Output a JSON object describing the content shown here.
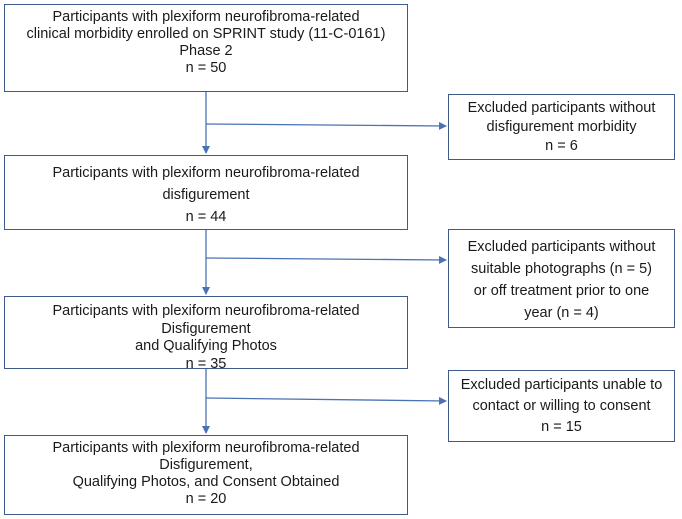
{
  "flowchart": {
    "main_boxes": [
      {
        "lines": [
          "Participants with plexiform neurofibroma-related",
          "clinical morbidity enrolled on SPRINT study (11-C-0161)",
          "Phase 2",
          "n = 50"
        ]
      },
      {
        "lines": [
          "Participants with plexiform neurofibroma-related",
          "disfigurement",
          "n = 44"
        ]
      },
      {
        "lines": [
          "Participants with plexiform neurofibroma-related",
          "Disfigurement",
          "and Qualifying Photos",
          "n = 35"
        ]
      },
      {
        "lines": [
          "Participants with plexiform neurofibroma-related",
          "Disfigurement,",
          "Qualifying Photos, and Consent Obtained",
          "n = 20"
        ]
      }
    ],
    "exclusion_boxes": [
      {
        "lines": [
          "Excluded participants without",
          "disfigurement morbidity",
          "n = 6"
        ]
      },
      {
        "lines": [
          "Excluded participants without",
          "suitable photographs (n = 5)",
          "or off treatment prior to one",
          "year (n = 4)"
        ]
      },
      {
        "lines": [
          "Excluded participants unable to",
          "contact or willing to consent",
          "n = 15"
        ]
      }
    ],
    "colors": {
      "border": "#3d5a8a",
      "arrow": "#4a72b5",
      "text": "#1a1a1a"
    }
  }
}
